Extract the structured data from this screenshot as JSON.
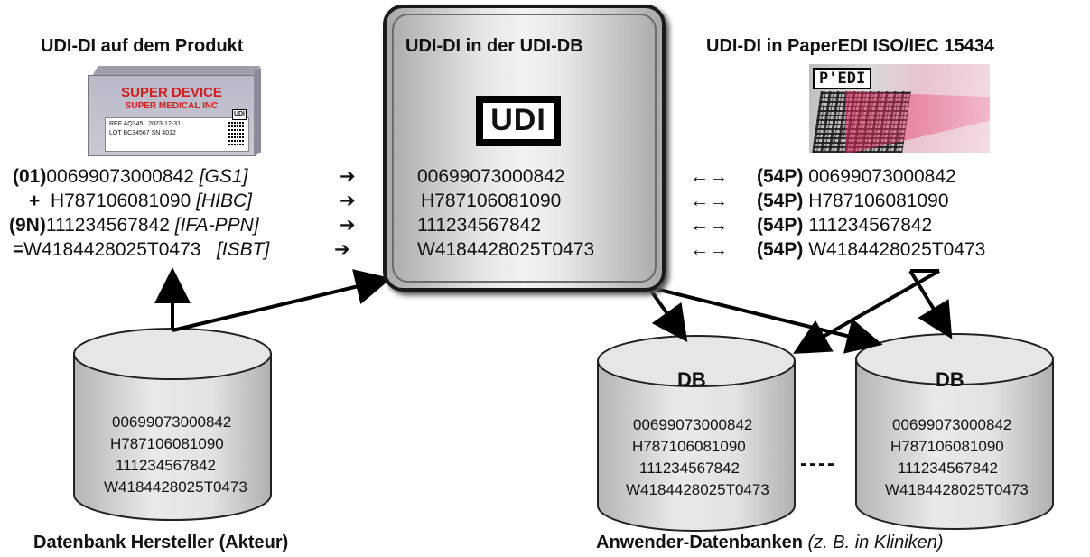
{
  "left": {
    "heading": "UDI-DI auf dem Produkt",
    "rows": [
      {
        "prefix": "(01)",
        "code": "00699073000842",
        "tag": "[GS1]"
      },
      {
        "prefix": "+",
        "code": "H787106081090",
        "tag": "[HIBC]"
      },
      {
        "prefix": "(9N)",
        "code": "111234567842",
        "tag": "[IFA-PPN]"
      },
      {
        "prefix": "=",
        "code": "W4184428025T0473",
        "tag": "[ISBT]"
      }
    ],
    "product_box": {
      "title": "SUPER DEVICE",
      "maker": "SUPER MEDICAL INC",
      "ref_label": "REF",
      "ref": "AQ345",
      "date": "2023-12-31",
      "lot_label": "LOT",
      "lot": "BC34567",
      "sn_label": "SN",
      "sn": "4012",
      "udi_badge": "UDI"
    }
  },
  "center": {
    "heading": "UDI-DI in der UDI-DB",
    "logo": "UDI",
    "codes": [
      "00699073000842",
      "H787106081090",
      "111234567842",
      "W4184428025T0473"
    ]
  },
  "right": {
    "heading": "UDI-DI in PaperEDI ISO/IEC 15434",
    "image_tag": "P'EDI",
    "rows": [
      {
        "prefix": "(54P)",
        "code": "00699073000842"
      },
      {
        "prefix": "(54P)",
        "code": "H787106081090"
      },
      {
        "prefix": "(54P)",
        "code": "111234567842"
      },
      {
        "prefix": "(54P)",
        "code": "W4184428025T0473"
      }
    ]
  },
  "databases": {
    "manufacturer": {
      "codes": [
        "00699073000842",
        "H787106081090",
        "111234567842",
        "W4184428025T0473"
      ],
      "caption": "Datenbank Hersteller (Akteur)"
    },
    "user1": {
      "label": "DB",
      "codes": [
        "00699073000842",
        "H787106081090",
        "111234567842",
        "W4184428025T0473"
      ]
    },
    "user2": {
      "label": "DB",
      "codes": [
        "00699073000842",
        "H787106081090",
        "111234567842",
        "W4184428025T0473"
      ]
    },
    "separator": "----",
    "users_caption": "Anwender-Datenbanken",
    "users_caption_note": "(z. B. in Kliniken)"
  },
  "symbols": {
    "arrow_right": "➔",
    "arrow_both": "←→"
  }
}
